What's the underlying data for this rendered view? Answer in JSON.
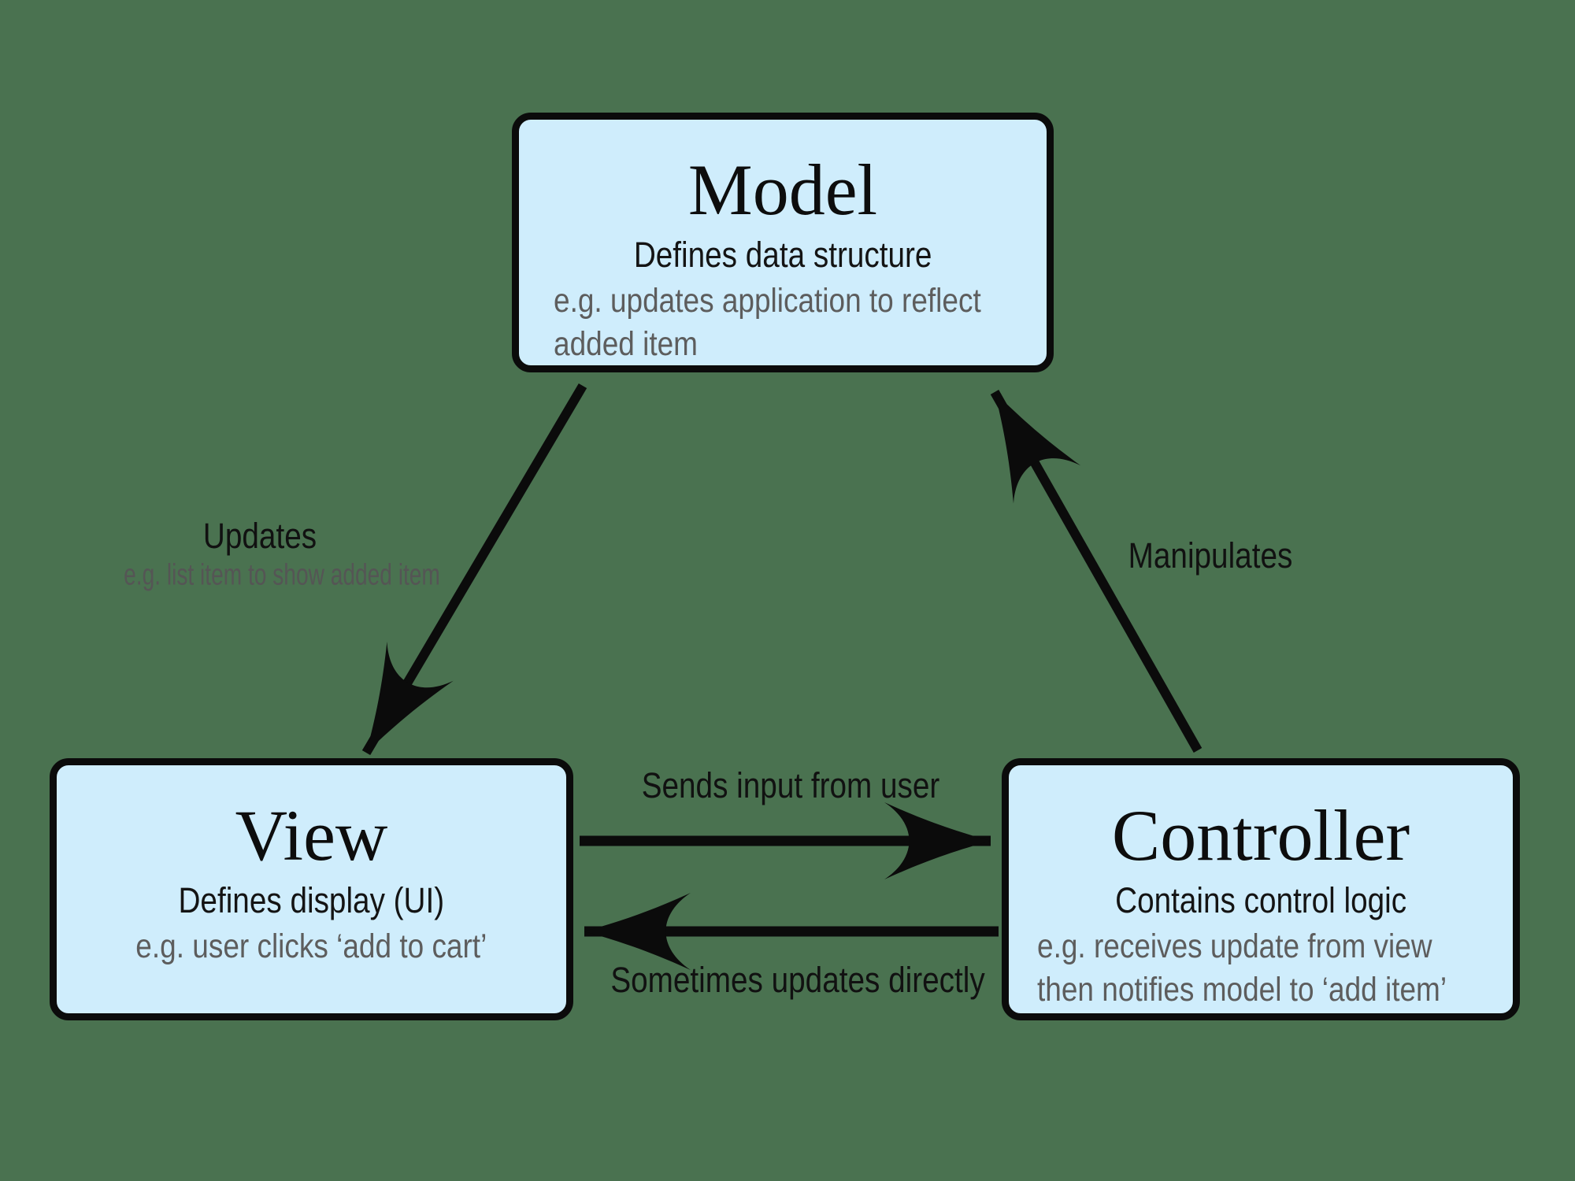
{
  "canvas": {
    "background_color": "#4A7250",
    "box_fill_color": "#CFEDFC",
    "box_border_color": "#0B0B0B",
    "text_color": "#111111",
    "muted_text_color": "#5D5D5D"
  },
  "nodes": {
    "model": {
      "title": "Model",
      "subtitle": "Defines data structure",
      "example_lines": [
        "e.g. updates application to reflect",
        "added item"
      ]
    },
    "view": {
      "title": "View",
      "subtitle": "Defines display (UI)",
      "example_lines": [
        "e.g. user clicks ‘add to cart’"
      ]
    },
    "controller": {
      "title": "Controller",
      "subtitle": "Contains control logic",
      "example_lines": [
        "e.g. receives update from view",
        "then notifies model to ‘add item’"
      ]
    }
  },
  "edges": {
    "model_to_view": {
      "direction": "Model → View",
      "label": "Updates",
      "sublabel": "e.g. list item to show added item"
    },
    "controller_to_model": {
      "direction": "Controller → Model",
      "label": "Manipulates"
    },
    "view_to_controller": {
      "direction": "View → Controller",
      "label": "Sends input from user"
    },
    "controller_to_view": {
      "direction": "Controller → View",
      "label": "Sometimes updates directly"
    }
  }
}
